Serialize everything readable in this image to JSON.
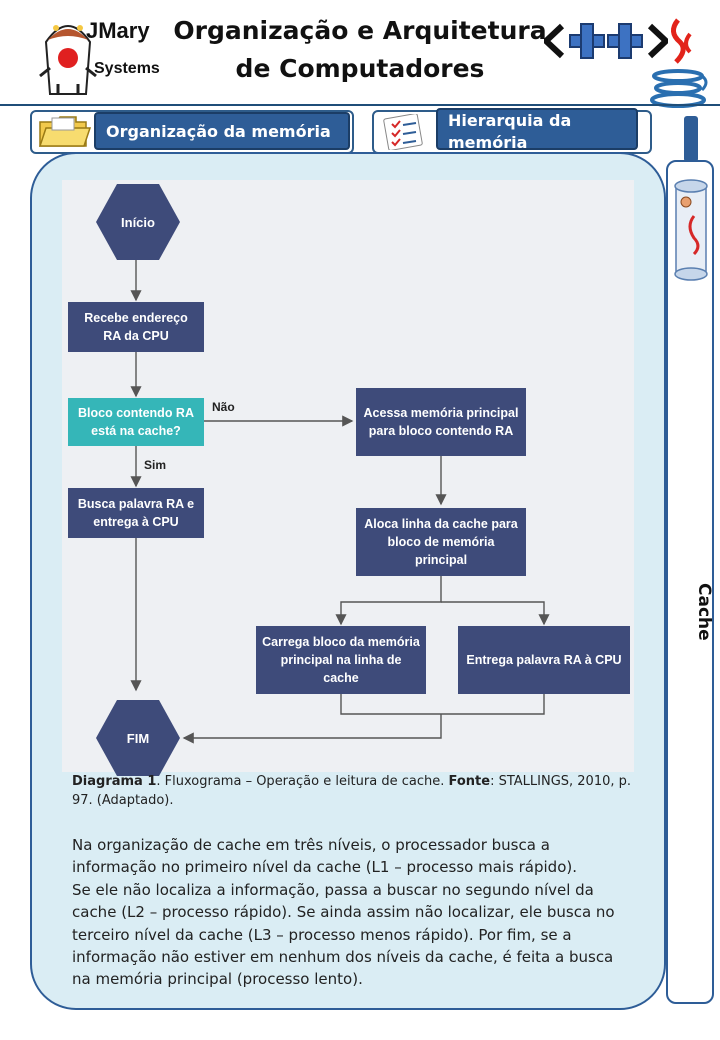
{
  "header": {
    "logo_line1": "JMary",
    "logo_line2": "Systems",
    "title_line1": "Organização e Arquitetura",
    "title_line2": "de Computadores",
    "cpp_badge": "<++>"
  },
  "tabs": [
    {
      "label": "Organização da memória",
      "icon": "folder-icon"
    },
    {
      "label": "Hierarquia da memória",
      "icon": "checklist-icon"
    }
  ],
  "sidebar": {
    "title": "Cache",
    "icon": "scroll-icon"
  },
  "flowchart": {
    "start": "Início",
    "receive": "Recebe endereço RA da CPU",
    "decision": "Bloco contendo RA está na cache?",
    "no_label": "Não",
    "yes_label": "Sim",
    "fetch_word": "Busca palavra RA e entrega à CPU",
    "access_memory": "Acessa memória principal para bloco contendo RA",
    "allocate_line": "Aloca linha da cache para bloco de memória principal",
    "load_block": "Carrega bloco da memória principal na linha de cache",
    "deliver_word": "Entrega palavra RA à CPU",
    "end": "FIM"
  },
  "caption": {
    "label": "Diagrama 1",
    "text": ". Fluxograma – Operação e leitura de cache. ",
    "source_label": "Fonte",
    "source": ": STALLINGS, 2010, p. 97. (Adaptado)."
  },
  "paragraph": [
    "Na organização de cache em três níveis, o processador busca a informação no primeiro nível da cache (L1 – processo mais rápido).",
    "Se ele não localiza a informação, passa a buscar no segundo nível da cache (L2 – processo rápido). Se ainda assim não localizar, ele busca no terceiro nível da cache (L3 – processo menos rápido). Por fim, se a informação não estiver em nenhum dos níveis da cache, é feita a busca na memória principal (processo lento)."
  ],
  "colors": {
    "accent": "#2e5d97",
    "panel": "#daedf4",
    "flow_box": "#3e4b7a",
    "flow_decision": "#35b6b8"
  }
}
